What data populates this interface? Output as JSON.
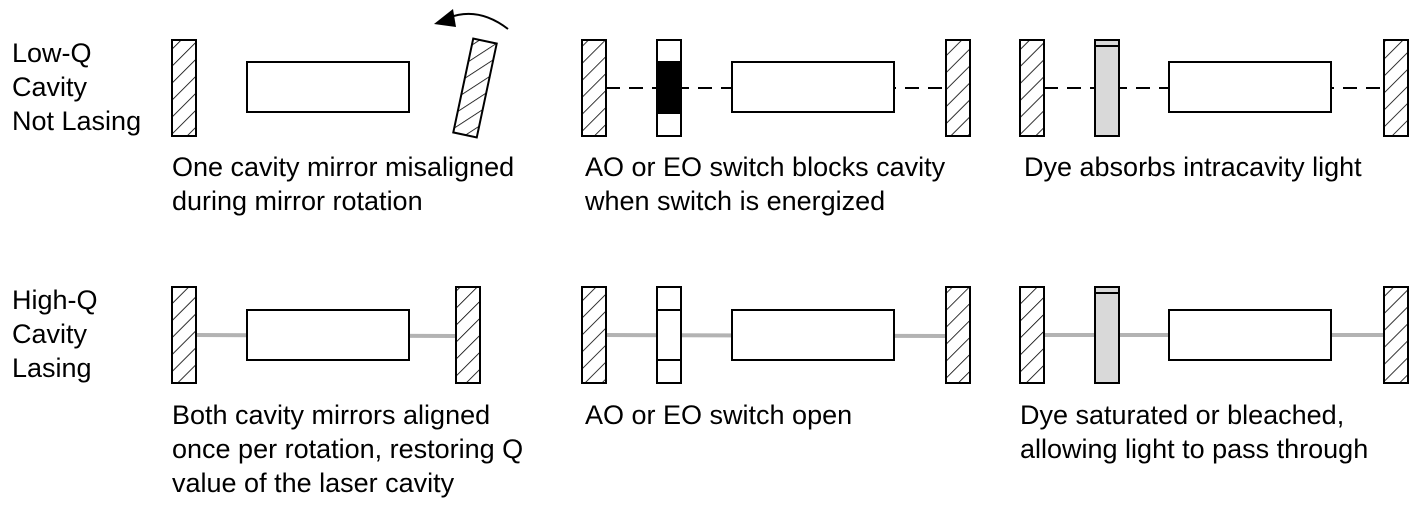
{
  "row_labels": {
    "low_q": [
      "Low-Q",
      "Cavity",
      "Not Lasing"
    ],
    "high_q": [
      "High-Q",
      "Cavity",
      "Lasing"
    ]
  },
  "captions": {
    "rotating_mirror_low": [
      "One cavity mirror misaligned",
      "during mirror rotation"
    ],
    "switch_low": [
      "AO or EO switch blocks cavity",
      "when switch is energized"
    ],
    "dye_low": [
      "Dye absorbs intracavity light"
    ],
    "rotating_mirror_high": [
      "Both cavity mirrors aligned",
      "once per rotation, restoring Q",
      "value of the laser cavity"
    ],
    "switch_high": [
      "AO or EO switch open"
    ],
    "dye_high": [
      "Dye saturated or bleached,",
      "allowing light to pass through"
    ]
  },
  "colors": {
    "beam": "#b3b3b3",
    "dye_cell": "#d9d9d9",
    "switch_blocked": "#000000",
    "outline": "#000000"
  }
}
